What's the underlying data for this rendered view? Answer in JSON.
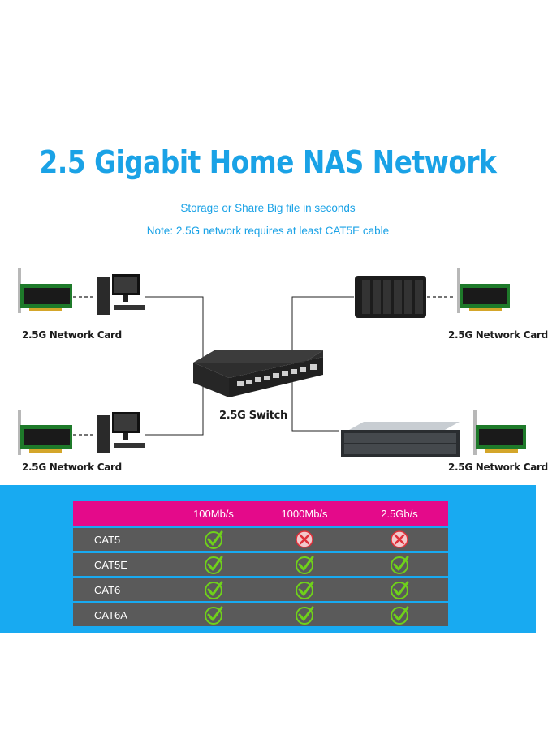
{
  "header": {
    "title": "2.5 Gigabit Home NAS Network",
    "subtitle": "Storage or Share Big file in seconds",
    "note": "Note: 2.5G network requires at least CAT5E cable"
  },
  "diagram": {
    "top_left_label": "2.5G Network Card",
    "bottom_left_label": "2.5G Network Card",
    "top_right_label": "2.5G Network Card",
    "bottom_right_label": "2.5G Network Card",
    "switch_label": "2.5G Switch"
  },
  "cable_table": {
    "columns": [
      "",
      "100Mb/s",
      "1000Mb/s",
      "2.5Gb/s"
    ],
    "rows": [
      {
        "cable": "CAT5",
        "support": [
          "check-icon",
          "cross-icon",
          "cross-icon"
        ]
      },
      {
        "cable": "CAT5E",
        "support": [
          "check-icon",
          "check-icon",
          "check-icon"
        ]
      },
      {
        "cable": "CAT6",
        "support": [
          "check-icon",
          "check-icon",
          "check-icon"
        ]
      },
      {
        "cable": "CAT6A",
        "support": [
          "check-icon",
          "check-icon",
          "check-icon"
        ]
      }
    ]
  },
  "colors": {
    "title": "#1aa2e6",
    "band": "#18aaf1",
    "table_header": "#e40a8a",
    "table_row": "#5a5a5a",
    "check": "#6fd11a",
    "cross": "#e0303a"
  }
}
